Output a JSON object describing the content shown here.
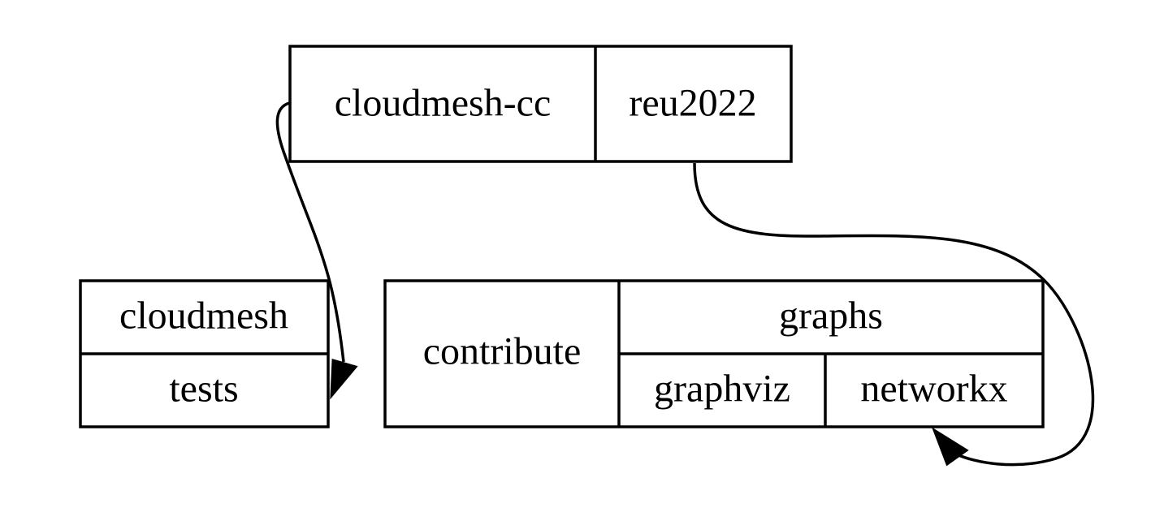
{
  "nodes": {
    "root": {
      "fields": [
        "cloudmesh-cc",
        "reu2022"
      ]
    },
    "left": {
      "fields": [
        "cloudmesh",
        "tests"
      ]
    },
    "right": {
      "contribute": "contribute",
      "graphs": "graphs",
      "graphviz": "graphviz",
      "networkx": "networkx"
    }
  },
  "edges": [
    {
      "from": "cloudmesh-cc",
      "to": "tests"
    },
    {
      "from": "reu2022",
      "to": "networkx"
    }
  ]
}
